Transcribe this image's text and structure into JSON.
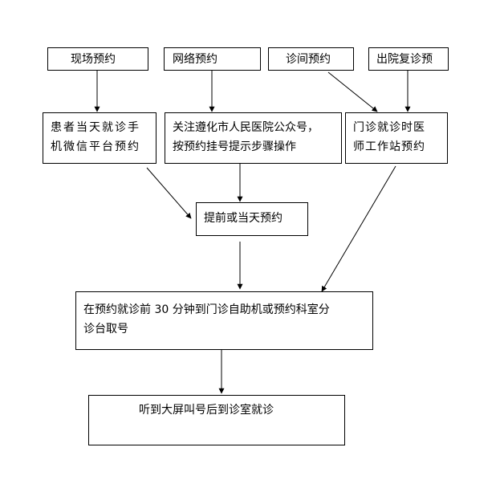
{
  "nodes": {
    "onsite": "现场预约",
    "online": "网络预约",
    "consult": "诊间预约",
    "discharge": "出院复诊预",
    "same_day_phone": "患者当天就诊手\n机微信平台预约",
    "wechat_follow": "关注遵化市人民医院公众号，\n按预约挂号提示步骤操作",
    "doctor_station": "门诊就诊时医\n师工作站预约",
    "advance_or_same_day": "提前或当天预约",
    "get_number": "在预约就诊前 30 分钟到门诊自助机或预约科室分\n诊台取号",
    "visit": "听到大屏叫号后到诊室就诊"
  },
  "colors": {
    "line": "#000000",
    "box_border": "#000000",
    "background": "#ffffff"
  }
}
